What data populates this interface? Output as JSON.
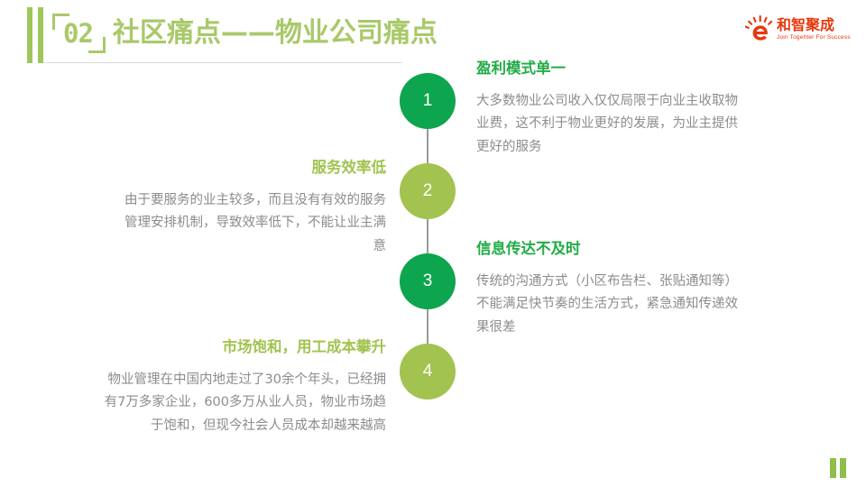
{
  "slide": {
    "section_number": "02",
    "title": "社区痛点——物业公司痛点",
    "accent_color": "#a9c96a",
    "title_rule_color": "#dddddd",
    "background": "#ffffff"
  },
  "logo": {
    "name": "和智聚成",
    "tagline": "Join Togehter For Success",
    "mark": "sunrise-e-icon",
    "color": "#e8380d"
  },
  "timeline": {
    "nodes": [
      {
        "number": "1",
        "color": "#0da54e"
      },
      {
        "number": "2",
        "color": "#a2c34f"
      },
      {
        "number": "3",
        "color": "#0da54e"
      },
      {
        "number": "4",
        "color": "#a2c34f"
      }
    ],
    "connector_color": "#9b9b9b"
  },
  "blocks": [
    {
      "id": 1,
      "heading": "盈利模式单一",
      "heading_color": "#22ac47",
      "body": "大多数物业公司收入仅仅局限于向业主收取物业费，这不利于物业更好的发展，为业主提供更好的服务",
      "align": "left",
      "side": "right"
    },
    {
      "id": 2,
      "heading": "服务效率低",
      "heading_color": "#a2c34f",
      "body": "由于要服务的业主较多，而且没有有效的服务管理安排机制，导致效率低下，不能让业主满意",
      "align": "right",
      "side": "left"
    },
    {
      "id": 3,
      "heading": "信息传达不及时",
      "heading_color": "#22ac47",
      "body": "传统的沟通方式（小区布告栏、张贴通知等）不能满足快节奏的生活方式，紧急通知传递效果很差",
      "align": "left",
      "side": "right"
    },
    {
      "id": 4,
      "heading": "市场饱和，用工成本攀升",
      "heading_color": "#a2c34f",
      "body": "物业管理在中国内地走过了30余个年头，已经拥有7万多家企业，600多万从业人员，物业市场趋于饱和，但现今社会人员成本却越来越高",
      "align": "right",
      "side": "left"
    }
  ],
  "footer": {
    "mark": "double-bar-mark",
    "color": "#8fbe4b"
  }
}
